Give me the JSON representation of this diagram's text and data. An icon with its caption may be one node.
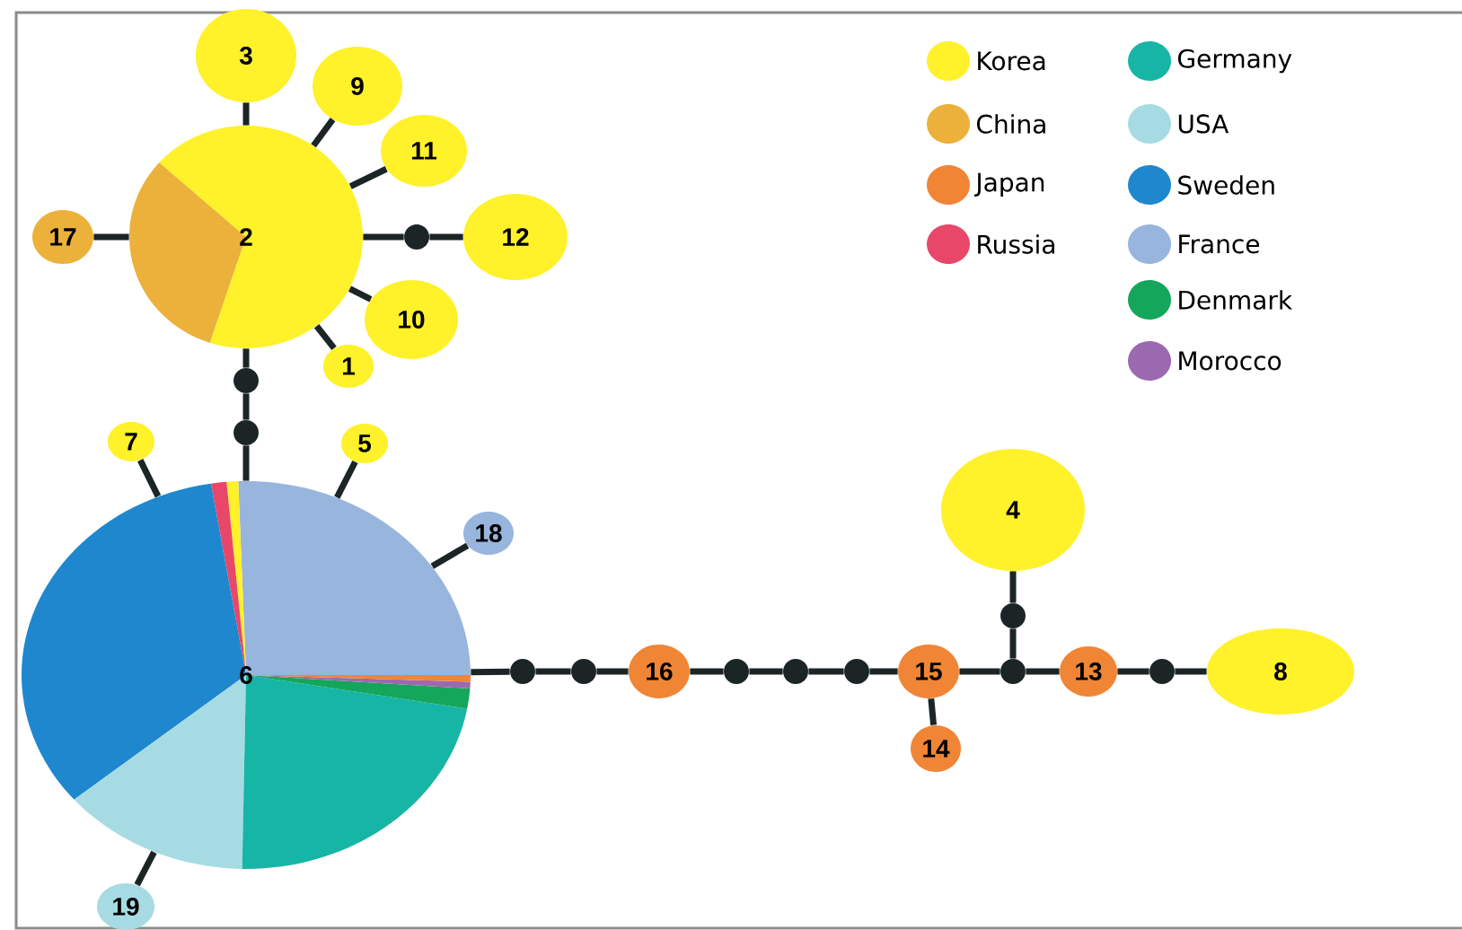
{
  "diagram": {
    "nodes": [
      {
        "text": [
          "3"
        ]
      },
      {
        "text": [
          "9"
        ]
      },
      {
        "text": [
          "11"
        ]
      },
      {
        "text": [
          "17"
        ]
      },
      {
        "text": [
          "2"
        ]
      },
      {
        "text": [],
        "shape": "circle"
      },
      {
        "text": [
          "12"
        ]
      },
      {
        "text": [
          "10"
        ]
      },
      {
        "text": [
          "1"
        ]
      },
      {
        "text": [],
        "shape": "circle"
      },
      {
        "text": [],
        "shape": "circle"
      },
      {
        "text": [
          "7"
        ]
      },
      {
        "text": [
          "5"
        ]
      },
      {
        "text": [
          "4"
        ]
      },
      {
        "text": [
          "18"
        ]
      },
      {
        "text": [],
        "shape": "circle"
      },
      {
        "text": [
          "6"
        ]
      },
      {
        "text": [],
        "shape": "circle"
      },
      {
        "text": [],
        "shape": "circle"
      },
      {
        "text": [
          "16"
        ]
      },
      {
        "text": [],
        "shape": "circle"
      },
      {
        "text": [],
        "shape": "circle"
      },
      {
        "text": [],
        "shape": "circle"
      },
      {
        "text": [
          "15"
        ]
      },
      {
        "text": [],
        "shape": "circle"
      },
      {
        "text": [
          "13"
        ]
      },
      {
        "text": [],
        "shape": "circle"
      },
      {
        "text": [
          "8"
        ]
      },
      {
        "text": [
          "14"
        ]
      },
      {
        "text": [
          "19"
        ]
      }
    ],
    "edges": [
      {
        "from": 4,
        "to": 0,
        "arrow": "none"
      },
      {
        "from": 4,
        "to": 1,
        "arrow": "none"
      },
      {
        "from": 4,
        "to": 2,
        "arrow": "none"
      },
      {
        "from": 3,
        "to": 4,
        "arrow": "none"
      },
      {
        "from": 4,
        "to": 5,
        "arrow": "none"
      },
      {
        "from": 5,
        "to": 6,
        "arrow": "none"
      },
      {
        "from": 4,
        "to": 7,
        "arrow": "none"
      },
      {
        "from": 4,
        "to": 8,
        "arrow": "none"
      },
      {
        "from": 4,
        "to": 9,
        "arrow": "none"
      },
      {
        "from": 9,
        "to": 10,
        "arrow": "none"
      },
      {
        "from": 10,
        "to": 16,
        "arrow": "none"
      },
      {
        "from": 11,
        "to": 16,
        "arrow": "none"
      },
      {
        "from": 12,
        "to": 16,
        "arrow": "none"
      },
      {
        "from": 14,
        "to": 16,
        "arrow": "none"
      },
      {
        "from": 29,
        "to": 16,
        "arrow": "none"
      },
      {
        "from": 16,
        "to": 17,
        "arrow": "none"
      },
      {
        "from": 17,
        "to": 18,
        "arrow": "none"
      },
      {
        "from": 18,
        "to": 19,
        "arrow": "none"
      },
      {
        "from": 19,
        "to": 20,
        "arrow": "none"
      },
      {
        "from": 20,
        "to": 21,
        "arrow": "none"
      },
      {
        "from": 21,
        "to": 22,
        "arrow": "none"
      },
      {
        "from": 22,
        "to": 23,
        "arrow": "none"
      },
      {
        "from": 23,
        "to": 28,
        "arrow": "none"
      },
      {
        "from": 23,
        "to": 24,
        "arrow": "none"
      },
      {
        "from": 24,
        "to": 15,
        "arrow": "none"
      },
      {
        "from": 15,
        "to": 13,
        "arrow": "none"
      },
      {
        "from": 24,
        "to": 25,
        "arrow": "none"
      },
      {
        "from": 25,
        "to": 26,
        "arrow": "none"
      },
      {
        "from": 26,
        "to": 27,
        "arrow": "none"
      }
    ],
    "legend": [
      {
        "text": "Korea",
        "color": "#fff12a"
      },
      {
        "text": "China",
        "color": "#ebb13a"
      },
      {
        "text": "Japan",
        "color": "#f08535"
      },
      {
        "text": "Russia",
        "color": "#e8476a"
      },
      {
        "text": "Germany",
        "color": "#17b5a5"
      },
      {
        "text": "USA",
        "color": "#a7dbe3"
      },
      {
        "text": "Sweden",
        "color": "#1f87cd"
      },
      {
        "text": "France",
        "color": "#98b5dd"
      },
      {
        "text": "Denmark",
        "color": "#14a65a"
      },
      {
        "text": "Morocco",
        "color": "#9b69b0"
      }
    ]
  }
}
